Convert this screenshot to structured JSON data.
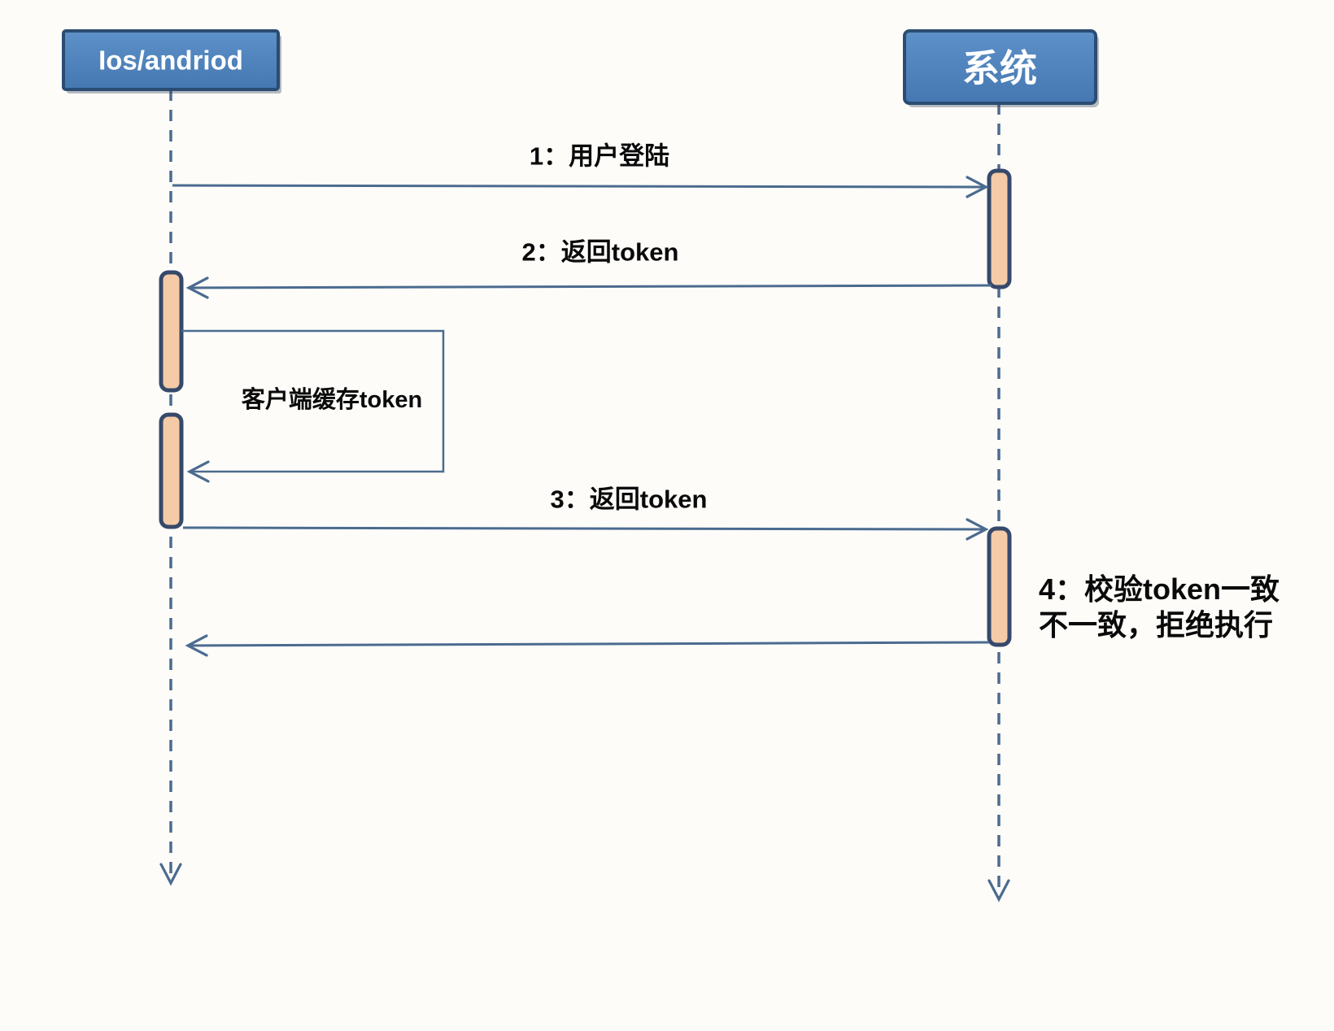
{
  "diagram": {
    "type": "uml-sequence",
    "actors": [
      {
        "id": "client",
        "label": "Ios/andriod"
      },
      {
        "id": "system",
        "label": "系统"
      }
    ],
    "messages": [
      {
        "seq": "1",
        "label": "1：用户登陆",
        "from": "Ios/andriod",
        "to": "系统",
        "kind": "call"
      },
      {
        "seq": "2",
        "label": "2：返回token",
        "from": "系统",
        "to": "Ios/andriod",
        "kind": "return"
      },
      {
        "seq": "",
        "label": "客户端缓存token",
        "from": "Ios/andriod",
        "to": "Ios/andriod",
        "kind": "self"
      },
      {
        "seq": "3",
        "label": "3：返回token",
        "from": "Ios/andriod",
        "to": "系统",
        "kind": "call"
      },
      {
        "seq": "4",
        "label": "4：校验token一致 不一致，拒绝执行",
        "lines": [
          "4：校验token一致",
          "不一致，拒绝执行"
        ],
        "from": "系统",
        "to": "Ios/andriod",
        "kind": "return"
      }
    ],
    "colors": {
      "actor-fill-top": "#5d91c8",
      "actor-fill-bottom": "#4577b1",
      "actor-border": "#2b4c72",
      "actor-text": "#ffffff",
      "activation-fill": "#f4cba6",
      "activation-border": "#36496b",
      "line": "#4b6b8f",
      "message-text": "#0a0a0a",
      "background": "#fdfcf9"
    }
  }
}
